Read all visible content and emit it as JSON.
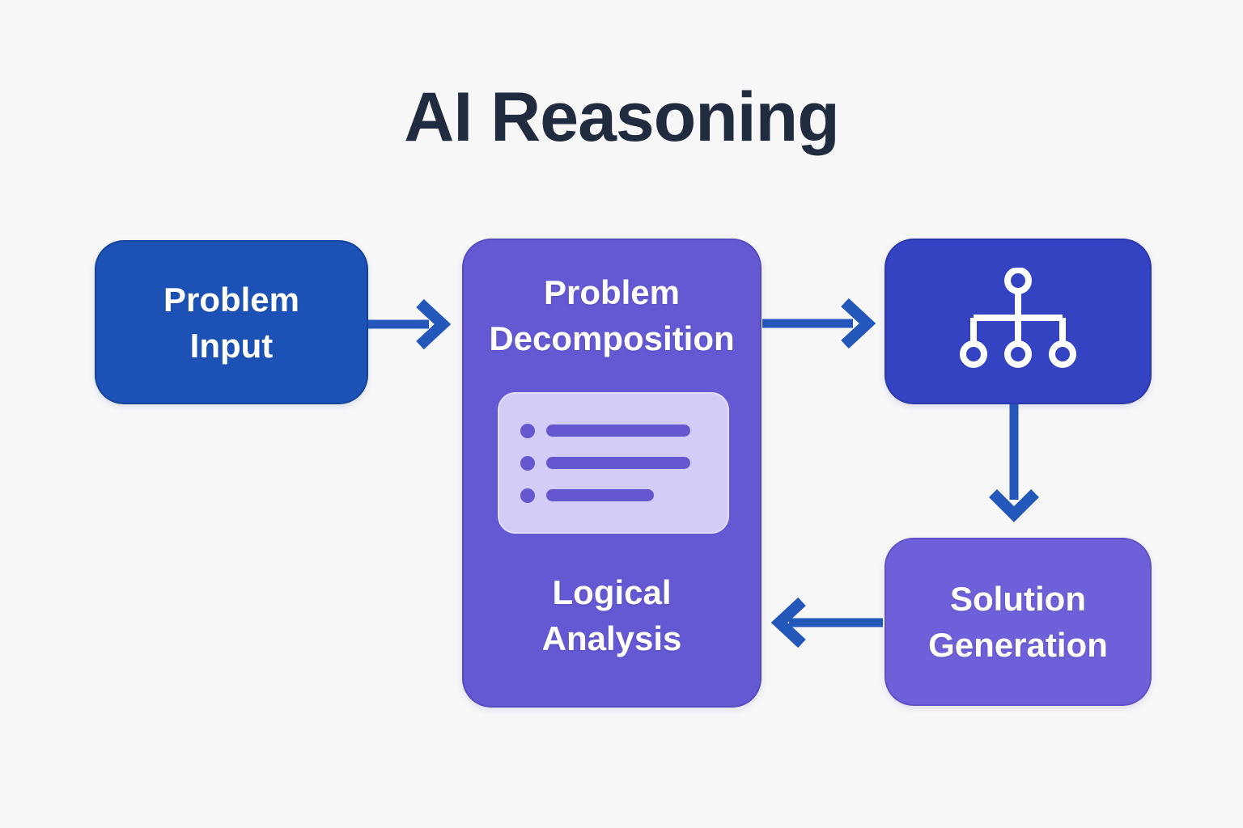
{
  "title": "AI Reasoning",
  "colors": {
    "background": "#f7f7f8",
    "title_text": "#202b3f",
    "input_box": "#1c52b6",
    "decomposition_box": "#6459d3",
    "hierarchy_box": "#3443c1",
    "solution_box": "#6e60d8",
    "card_bg": "#d3ccf6",
    "card_glyph": "#6557cf",
    "arrow": "#2357b9",
    "box_text": "#ffffff"
  },
  "nodes": {
    "problem_input": {
      "line1": "Problem",
      "line2": "Input"
    },
    "problem_decomposition": {
      "line1": "Problem",
      "line2": "Decomposition"
    },
    "logical_analysis": {
      "line1": "Logical",
      "line2": "Analysis"
    },
    "solution_generation": {
      "line1": "Solution",
      "line2": "Generation"
    }
  },
  "icons": {
    "hierarchy": "hierarchy-tree-icon",
    "checklist": "bullet-list-icon"
  }
}
